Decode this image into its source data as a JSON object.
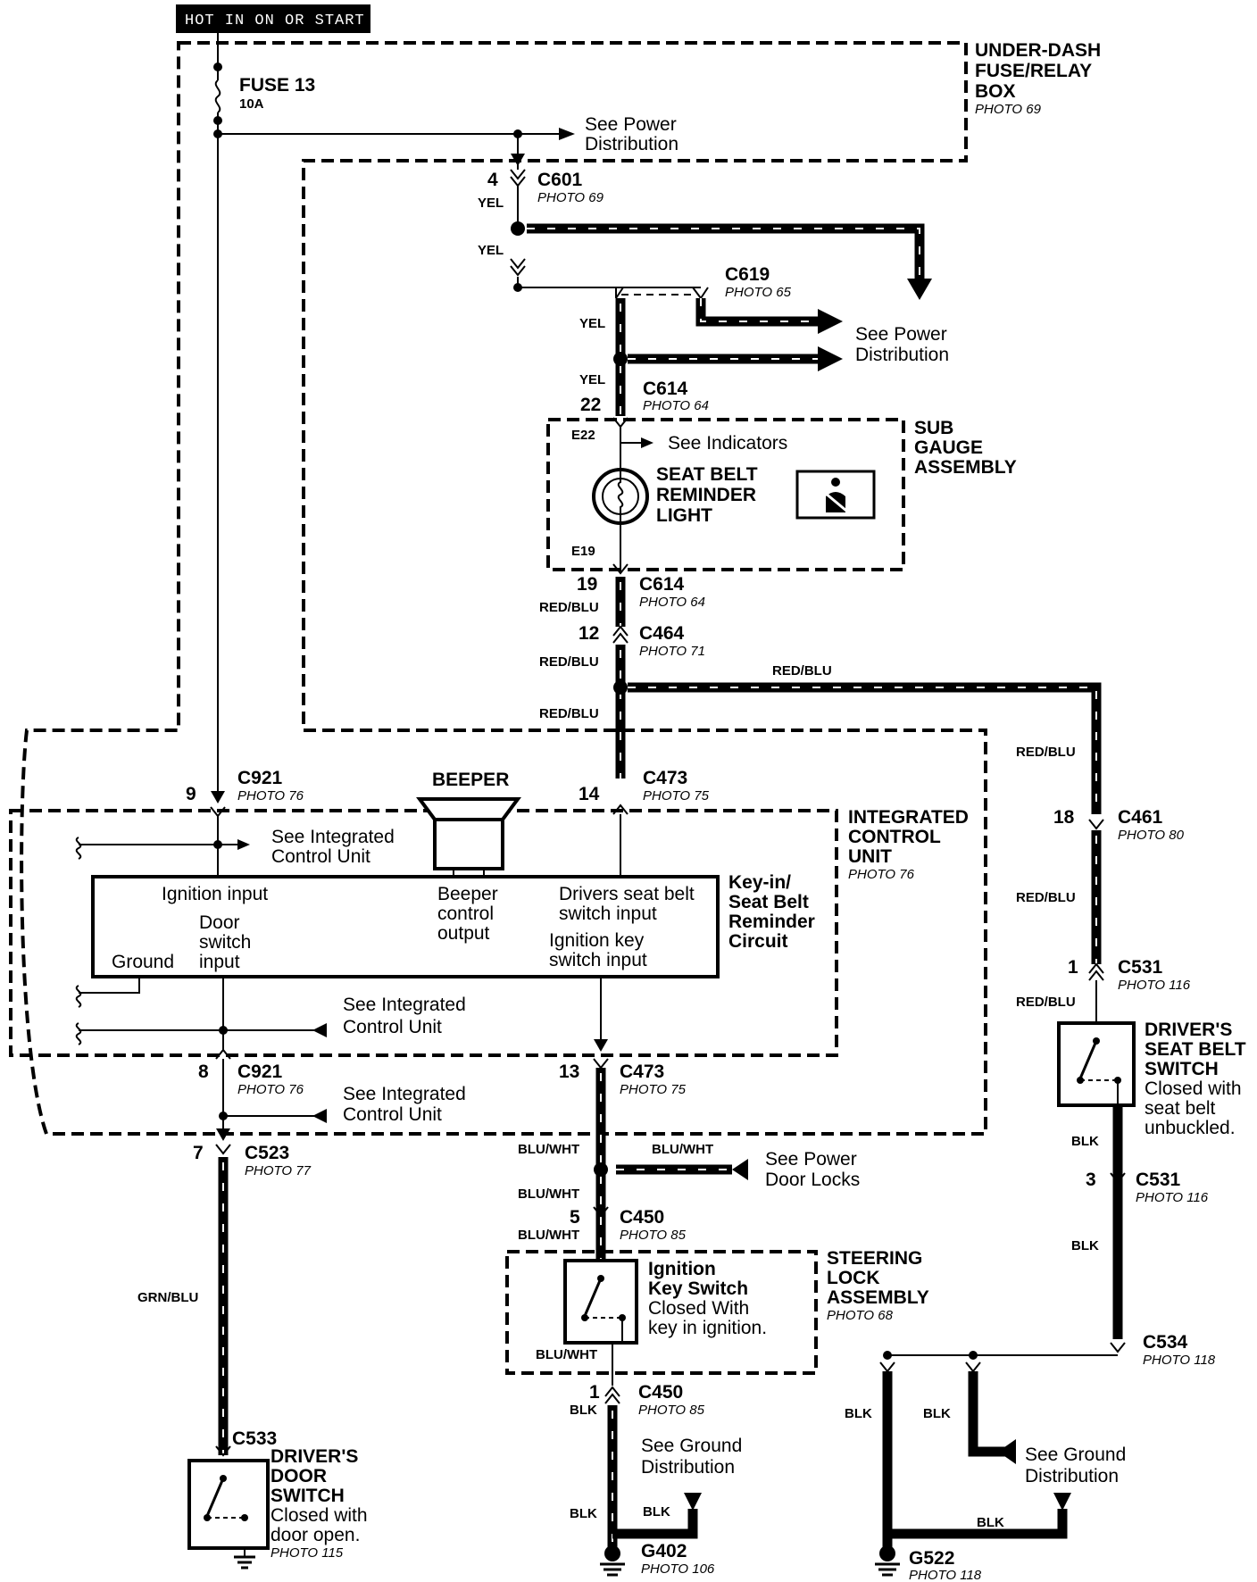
{
  "header": {
    "hot_label": "HOT IN ON OR START"
  },
  "fuse": {
    "name": "FUSE 13",
    "rating": "10A"
  },
  "relay_box": {
    "title_l1": "UNDER-DASH",
    "title_l2": "FUSE/RELAY",
    "title_l3": "BOX",
    "photo": "PHOTO 69"
  },
  "refs": {
    "power_dist_l1": "See Power",
    "power_dist_l2": "Distribution",
    "indicators": "See Indicators",
    "icu_l1": "See  Integrated",
    "icu_l2": "Control Unit",
    "power_door_l1": "See Power",
    "power_door_l2": "Door Locks",
    "ground_l1": "See Ground",
    "ground_l2": "Distribution"
  },
  "connectors": {
    "c601": {
      "name": "C601",
      "pin": "4",
      "photo": "PHOTO 69"
    },
    "c619": {
      "name": "C619",
      "photo": "PHOTO 65"
    },
    "c614a": {
      "name": "C614",
      "pin": "22",
      "photo": "PHOTO 64"
    },
    "c614b": {
      "name": "C614",
      "pin": "19",
      "photo": "PHOTO 64"
    },
    "c464": {
      "name": "C464",
      "pin": "12",
      "photo": "PHOTO 71"
    },
    "c473a": {
      "name": "C473",
      "pin": "14",
      "photo": "PHOTO 75"
    },
    "c473b": {
      "name": "C473",
      "pin": "13",
      "photo": "PHOTO 75"
    },
    "c921a": {
      "name": "C921",
      "pin": "9",
      "photo": "PHOTO 76"
    },
    "c921b": {
      "name": "C921",
      "pin": "8",
      "photo": "PHOTO 76"
    },
    "c523": {
      "name": "C523",
      "pin": "7",
      "photo": "PHOTO 77"
    },
    "c461": {
      "name": "C461",
      "pin": "18",
      "photo": "PHOTO 80"
    },
    "c531a": {
      "name": "C531",
      "pin": "1",
      "photo": "PHOTO 116"
    },
    "c531b": {
      "name": "C531",
      "pin": "3",
      "photo": "PHOTO 116"
    },
    "c450a": {
      "name": "C450",
      "pin": "5",
      "photo": "PHOTO 85"
    },
    "c450b": {
      "name": "C450",
      "pin": "1",
      "photo": "PHOTO 85"
    },
    "c534": {
      "name": "C534",
      "photo": "PHOTO 118"
    },
    "c533": {
      "name": "C533"
    }
  },
  "grounds": {
    "g402": {
      "name": "G402",
      "photo": "PHOTO 106"
    },
    "g522": {
      "name": "G522",
      "photo": "PHOTO 118"
    }
  },
  "wires": {
    "yel": "YEL",
    "red_blu": "RED/BLU",
    "blu_wht": "BLU/WHT",
    "grn_blu": "GRN/BLU",
    "blk": "BLK"
  },
  "sub_gauge": {
    "title_l1": "SUB",
    "title_l2": "GAUGE",
    "title_l3": "ASSEMBLY",
    "pin_top": "E22",
    "pin_bot": "E19"
  },
  "seat_belt_light": {
    "l1": "SEAT BELT",
    "l2": "REMINDER",
    "l3": "LIGHT"
  },
  "beeper": {
    "label": "BEEPER"
  },
  "icu": {
    "title_l1": "INTEGRATED",
    "title_l2": "CONTROL",
    "title_l3": "UNIT",
    "photo": "PHOTO 76"
  },
  "circuit": {
    "title_l1": "Key-in/",
    "title_l2": "Seat Belt",
    "title_l3": "Reminder",
    "title_l4": "Circuit",
    "ignition_input": "Ignition input",
    "door_l1": "Door",
    "door_l2": "switch",
    "door_l3": "input",
    "ground": "Ground",
    "beeper_l1": "Beeper",
    "beeper_l2": "control",
    "beeper_l3": "output",
    "drivers_l1": "Drivers seat belt",
    "drivers_l2": "switch input",
    "igkey_l1": "Ignition key",
    "igkey_l2": "switch input"
  },
  "steering_lock": {
    "title_l1": "STEERING",
    "title_l2": "LOCK",
    "title_l3": "ASSEMBLY",
    "photo": "PHOTO 68"
  },
  "ignition_switch": {
    "l1": "Ignition",
    "l2": "Key Switch",
    "l3": "Closed With",
    "l4": "key in ignition."
  },
  "door_switch": {
    "l1": "DRIVER'S",
    "l2": "DOOR",
    "l3": "SWITCH",
    "l4": "Closed with",
    "l5": "door open.",
    "photo": "PHOTO 115"
  },
  "seat_belt_switch": {
    "l1": "DRIVER'S",
    "l2": "SEAT BELT",
    "l3": "SWITCH",
    "l4": "Closed with",
    "l5": "seat belt",
    "l6": "unbuckled."
  }
}
